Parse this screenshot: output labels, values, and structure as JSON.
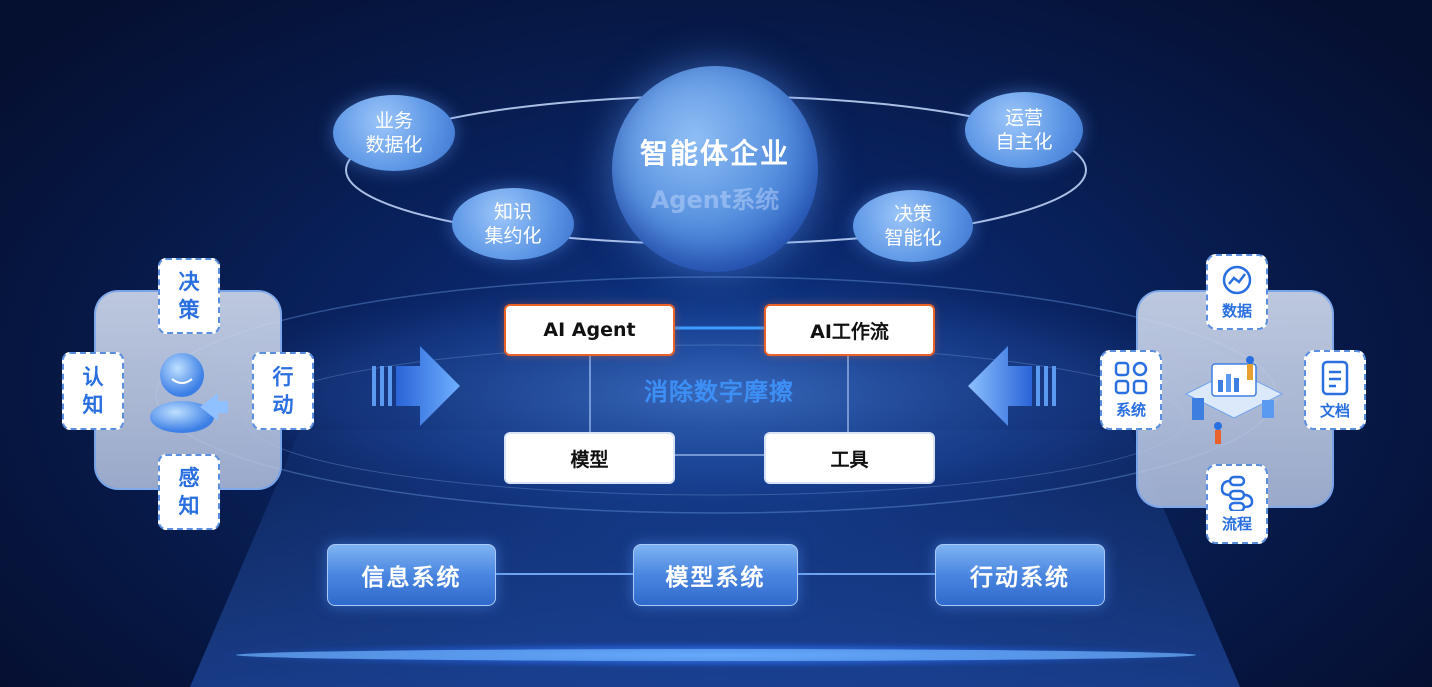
{
  "core": {
    "title": "智能体企业",
    "subtitle": "Agent系统"
  },
  "bubbles": {
    "top_left": [
      "业务",
      "数据化"
    ],
    "bottom_left": [
      "知识",
      "集约化"
    ],
    "top_right": [
      "运营",
      "自主化"
    ],
    "bottom_right": [
      "决策",
      "智能化"
    ]
  },
  "left_panel": {
    "top": [
      "决",
      "策"
    ],
    "left": [
      "认",
      "知"
    ],
    "right": [
      "行",
      "动"
    ],
    "bottom": [
      "感",
      "知"
    ]
  },
  "right_panel": {
    "top": "数据",
    "left": "系统",
    "right": "文档",
    "bottom": "流程"
  },
  "center": {
    "agent": "AI Agent",
    "workflow": "AI工作流",
    "model": "模型",
    "tool": "工具",
    "slogan": "消除数字摩擦"
  },
  "systems": [
    "信息系统",
    "模型系统",
    "行动系统"
  ],
  "colors": {
    "background": "#071a4a",
    "accent_blue": "#2a6fe0",
    "highlight_orange": "#e8622a",
    "slogan": "#3d8ff5"
  }
}
